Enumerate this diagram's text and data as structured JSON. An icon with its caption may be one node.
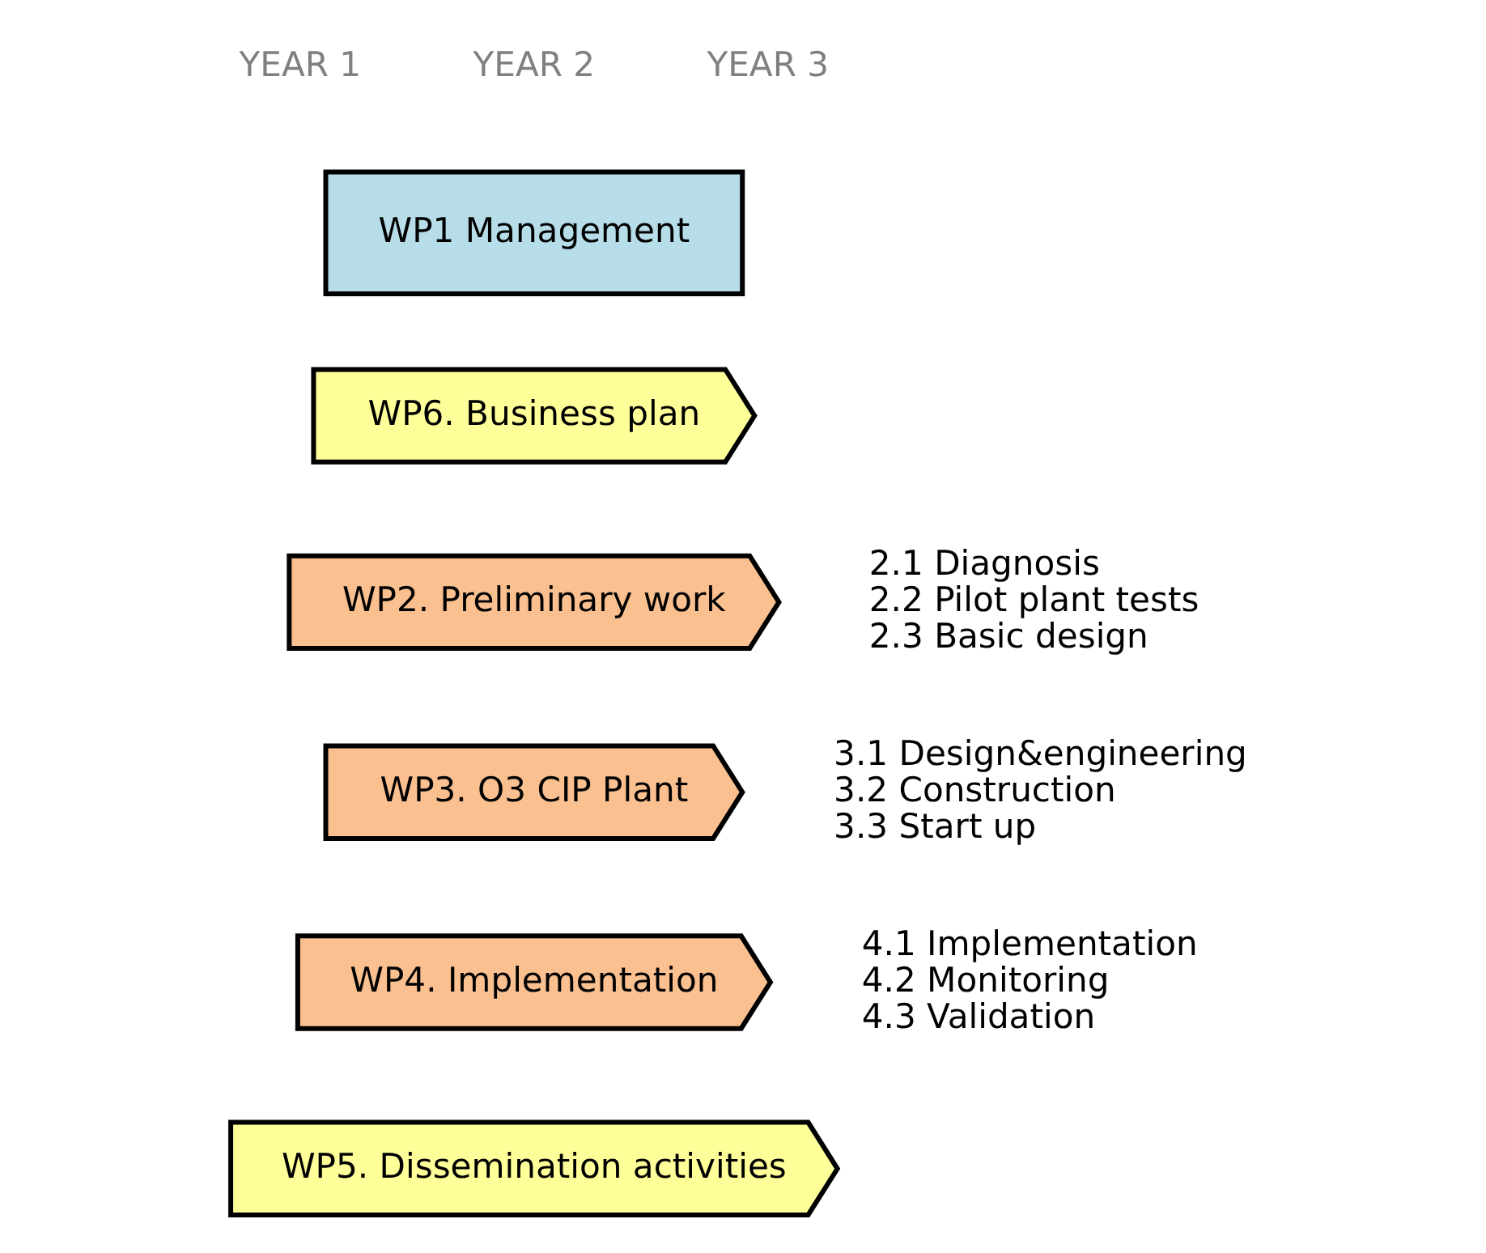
{
  "diagram": {
    "nodes": [
      {
        "text": [
          "WP1 Management"
        ]
      },
      {
        "text": [
          "WP6. Business plan"
        ]
      },
      {
        "text": [
          "WP2. Preliminary work"
        ],
        "beside": [
          "2.1 Diagnosis",
          "2.2 Pilot plant tests",
          "2.3 Basic design"
        ]
      },
      {
        "text": [
          "WP3. O3 CIP Plant"
        ],
        "beside": [
          "3.1 Design&engineering",
          "3.2 Construction",
          "3.3 Start up"
        ]
      },
      {
        "text": [
          "WP4. Implementation"
        ],
        "beside": [
          "4.1 Implementation",
          "4.2 Monitoring",
          "4.3 Validation"
        ]
      },
      {
        "text": [
          "WP5. Dissemination activities"
        ]
      }
    ],
    "edges": [],
    "labels": [
      "YEAR 1",
      "YEAR 2",
      "YEAR 3"
    ]
  }
}
